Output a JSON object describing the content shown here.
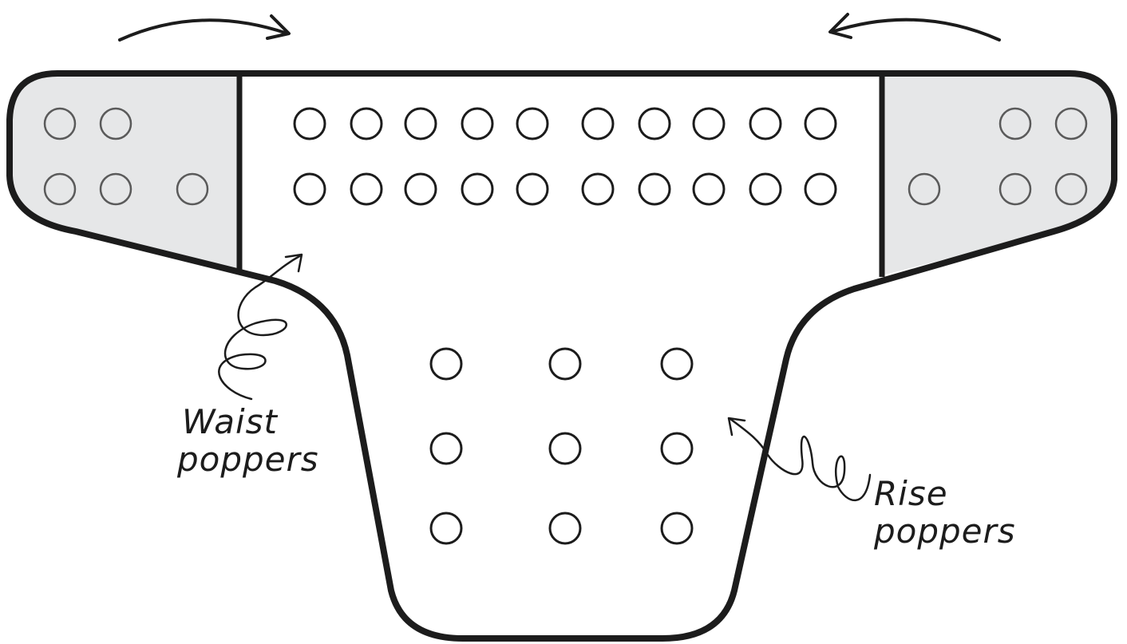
{
  "diagram": {
    "colors": {
      "outline": "#1c1c1c",
      "wing_fill": "#e6e7e8",
      "body_fill": "#ffffff",
      "wing_popper_stroke": "#5a5a5a",
      "popper_stroke": "#1c1c1c"
    },
    "callouts": {
      "waist": {
        "line1": "Waist",
        "line2": "poppers"
      },
      "rise": {
        "line1": "Rise",
        "line2": "poppers"
      }
    },
    "popper_counts": {
      "left_wing": 5,
      "right_wing": 5,
      "waist_rows": 2,
      "waist_per_row": 10,
      "rise_rows": 3,
      "rise_per_row": 3
    }
  }
}
